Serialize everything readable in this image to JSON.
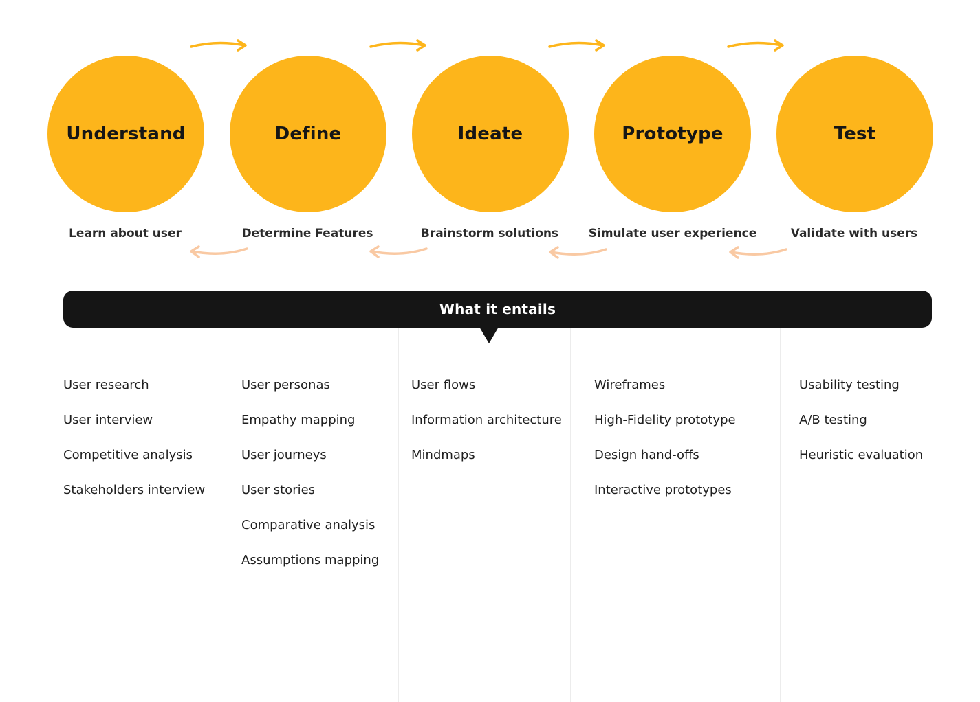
{
  "stages": [
    {
      "title": "Understand",
      "subtitle": "Learn about user",
      "activities": [
        "User research",
        "User interview",
        "Competitive analysis",
        "Stakeholders interview"
      ]
    },
    {
      "title": "Define",
      "subtitle": "Determine Features",
      "activities": [
        "User personas",
        "Empathy mapping",
        "User journeys",
        "User stories",
        "Comparative analysis",
        "Assumptions mapping"
      ]
    },
    {
      "title": "Ideate",
      "subtitle": "Brainstorm solutions",
      "activities": [
        "User flows",
        "Information architecture",
        "Mindmaps"
      ]
    },
    {
      "title": "Prototype",
      "subtitle": "Simulate user experience",
      "activities": [
        "Wireframes",
        "High-Fidelity prototype",
        "Design hand-offs",
        "Interactive prototypes"
      ]
    },
    {
      "title": "Test",
      "subtitle": "Validate with users",
      "activities": [
        "Usability testing",
        "A/B testing",
        "Heuristic evaluation"
      ]
    }
  ],
  "entails_label": "What it entails",
  "colors": {
    "stage_fill": "#FDB51B",
    "forward_arrow": "#FDB51B",
    "back_arrow": "#F9C9A3",
    "bar": "#151515",
    "divider": "#ECECEC"
  }
}
